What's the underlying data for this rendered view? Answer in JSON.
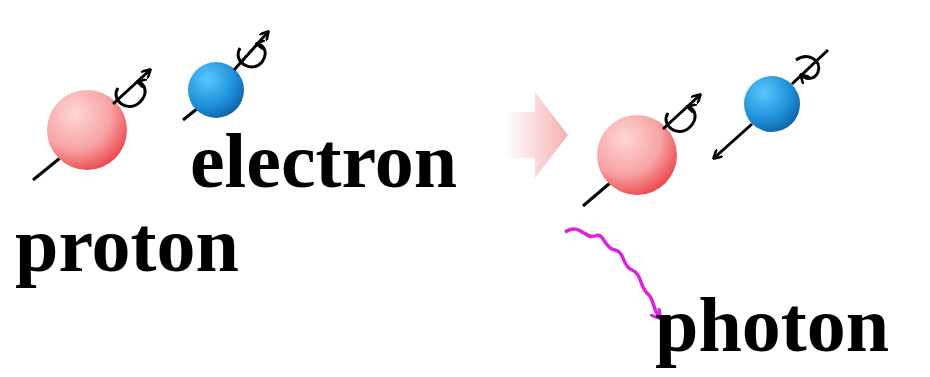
{
  "diagram": {
    "labels": [
      "electron",
      "proton",
      "photon"
    ]
  }
}
